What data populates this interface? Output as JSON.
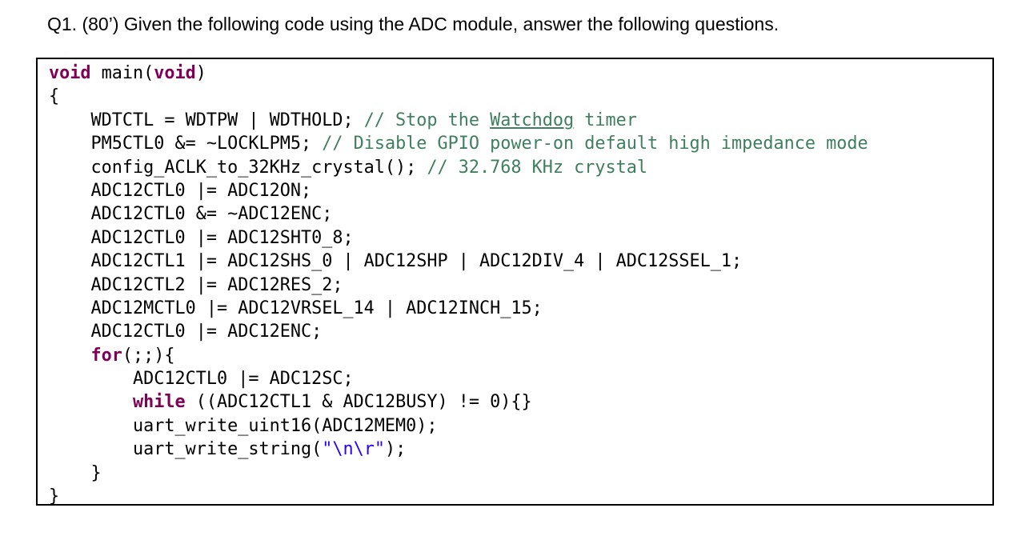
{
  "question": {
    "text": "Q1. (80’) Given the following code using the ADC module, answer the following questions."
  },
  "code": {
    "lines": [
      "void main(void)",
      "{",
      "    WDTCTL = WDTPW | WDTHOLD; // Stop the Watchdog timer",
      "    PM5CTL0 &= ~LOCKLPM5; // Disable GPIO power-on default high impedance mode",
      "    config_ACLK_to_32KHz_crystal(); // 32.768 KHz crystal",
      "    ADC12CTL0 |= ADC12ON;",
      "    ADC12CTL0 &= ~ADC12ENC;",
      "    ADC12CTL0 |= ADC12SHT0_8;",
      "    ADC12CTL1 |= ADC12SHS_0 | ADC12SHP | ADC12DIV_4 | ADC12SSEL_1;",
      "    ADC12CTL2 |= ADC12RES_2;",
      "    ADC12MCTL0 |= ADC12VRSEL_14 | ADC12INCH_15;",
      "    ADC12CTL0 |= ADC12ENC;",
      "    for(;;){",
      "        ADC12CTL0 |= ADC12SC;",
      "        while ((ADC12CTL1 & ADC12BUSY) != 0){}",
      "        uart_write_uint16(ADC12MEM0);",
      "        uart_write_string(\"\\n\\r\");",
      "    }",
      "}"
    ]
  },
  "syntax": {
    "keywords": [
      "void",
      "for",
      "while"
    ],
    "underlined": [
      "Watchdog"
    ]
  },
  "colors": {
    "keyword": "#7f0055",
    "comment": "#3f7f5f",
    "string": "#2a00ff",
    "text": "#000000",
    "border": "#000000"
  }
}
